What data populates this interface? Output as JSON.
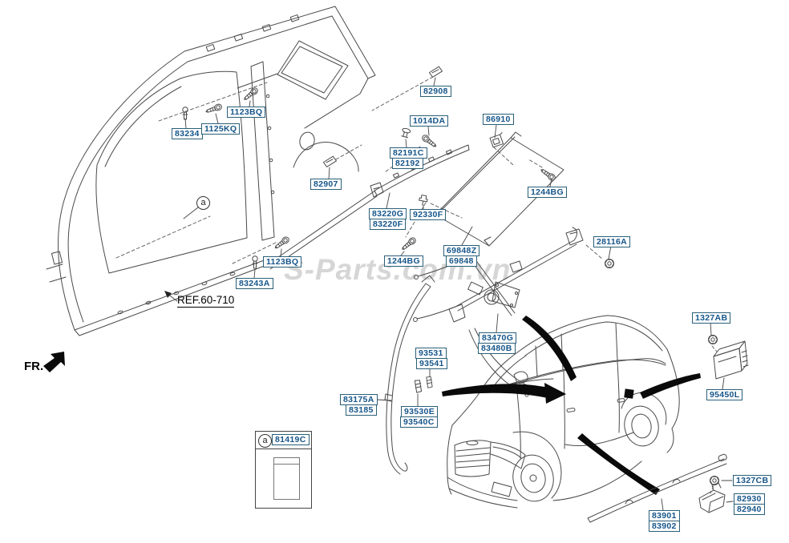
{
  "diagram": {
    "watermark": "S-Parts.com.vn",
    "direction_label": "FR.",
    "reference_label": "REF.60-710",
    "view_marker": "a",
    "detail_box": {
      "marker": "a",
      "part_label": "81419C"
    },
    "callouts": {
      "c83234": "83234",
      "c1125kq": "1125KQ",
      "c1123bq_top": "1123BQ",
      "c82908": "82908",
      "c1014da": "1014DA",
      "c86910": "86910",
      "c82191c": "82191C",
      "c82192": "82192",
      "c82907": "82907",
      "c1244bg_right": "1244BG",
      "c83220g": "83220G",
      "c83220f": "83220F",
      "c92330f": "92330F",
      "c69848z": "69848Z",
      "c69848": "69848",
      "c1244bg_left": "1244BG",
      "c28116a": "28116A",
      "c1123bq_bottom": "1123BQ",
      "c83243a": "83243A",
      "c83470g": "83470G",
      "c83480b": "83480B",
      "c1327ab": "1327AB",
      "c95450l": "95450L",
      "c93531": "93531",
      "c93541": "93541",
      "c83175a": "83175A",
      "c83185": "83185",
      "c93530e": "93530E",
      "c93540c": "93540C",
      "c1327cb": "1327CB",
      "c82930": "82930",
      "c82940": "82940",
      "c83901": "83901",
      "c83902": "83902"
    },
    "colors": {
      "callout-border": "#2a5f78",
      "callout-text": "#15558a",
      "art-line": "#4a4a4a",
      "watermark-gray": "#bdbdbd"
    }
  }
}
